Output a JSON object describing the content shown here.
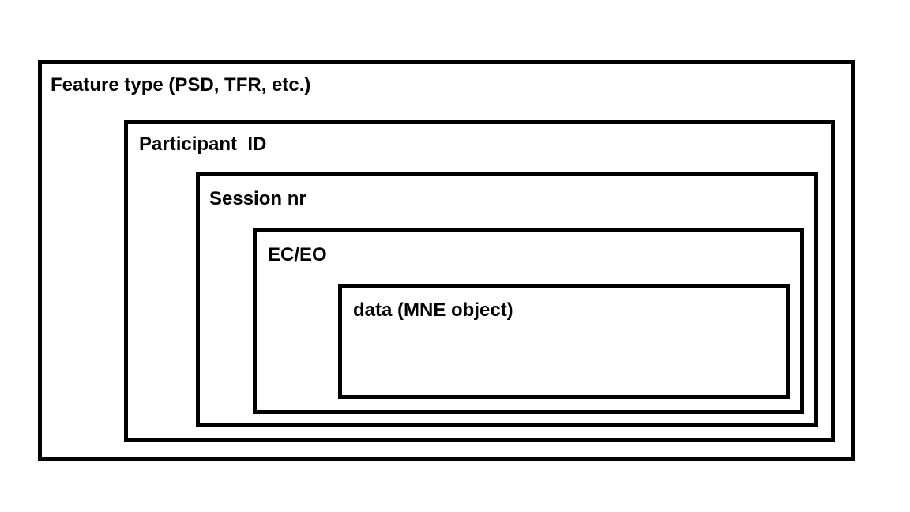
{
  "diagram": {
    "levels": [
      {
        "label": "Feature type (PSD, TFR, etc.)"
      },
      {
        "label": "Participant_ID"
      },
      {
        "label": "Session nr"
      },
      {
        "label": "EC/EO"
      },
      {
        "label": "data (MNE object)"
      }
    ],
    "colors": {
      "border": "#000000",
      "background": "#ffffff",
      "text": "#000000"
    }
  }
}
